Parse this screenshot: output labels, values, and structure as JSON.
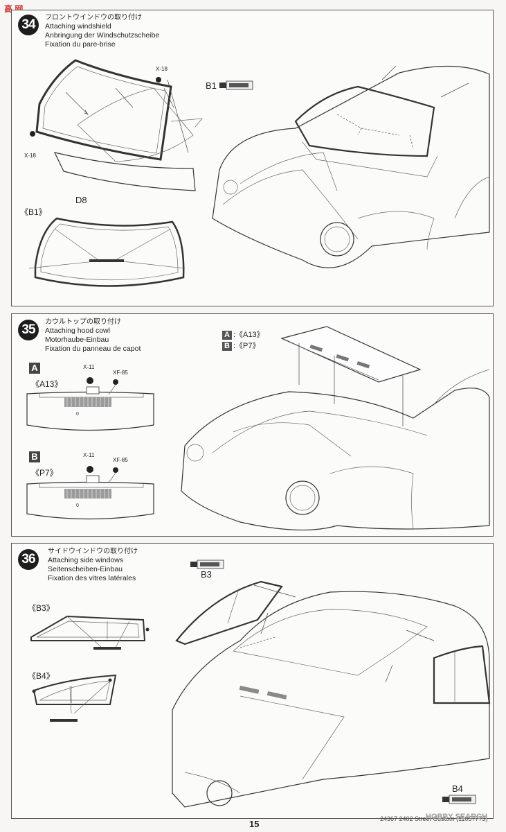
{
  "watermark_top": "高 网",
  "watermark_bottom": "HOBBY SEARCH",
  "page_number": "15",
  "footer_text": "24367  2402 Street Custom (11057773)",
  "steps": [
    {
      "number": "34",
      "title_jp": "フロントウインドウの取り付け",
      "title_en": "Attaching windshield",
      "title_de": "Anbringung der Windschutzscheibe",
      "title_fr": "Fixation du pare-brise",
      "labels": {
        "x18_top": "X-18",
        "x18_bottom": "X-18",
        "b1": "B1",
        "d8": "D8",
        "b1_detail": "《B1》"
      }
    },
    {
      "number": "35",
      "title_jp": "カウルトップの取り付け",
      "title_en": "Attaching hood cowl",
      "title_de": "Motorhaube-Einbau",
      "title_fr": "Fixation du panneau de capot",
      "labels": {
        "key_a": "A",
        "key_a_part": ":《A13》",
        "key_b": "B",
        "key_b_part": ":《P7》",
        "variant_a": "A",
        "variant_a_part": "《A13》",
        "variant_b": "B",
        "variant_b_part": "《P7》",
        "x11_a": "X-11",
        "xf85_a": "XF-85",
        "x11_b": "X-11",
        "xf85_b": "XF-85"
      }
    },
    {
      "number": "36",
      "title_jp": "サイドウインドウの取り付け",
      "title_en": "Attaching side windows",
      "title_de": "Seitenscheiben-Einbau",
      "title_fr": "Fixation des vitres latérales",
      "labels": {
        "b3": "B3",
        "b3_detail": "《B3》",
        "b4_detail": "《B4》",
        "b4": "B4"
      }
    }
  ]
}
